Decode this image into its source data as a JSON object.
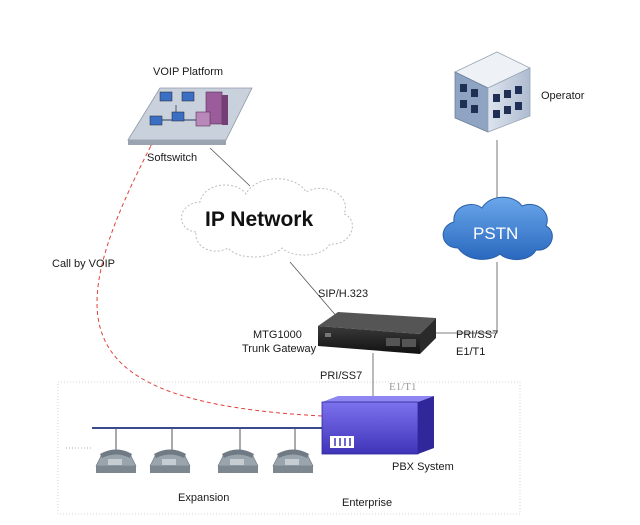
{
  "nodes": {
    "voip_platform": "VOIP Platform",
    "softswitch": "Softswitch",
    "operator": "Operator",
    "ip_network": "IP Network",
    "pstn": "PSTN",
    "gateway_model": "MTG1000",
    "gateway_type": "Trunk Gateway",
    "pbx": "PBX System",
    "expansion": "Expansion",
    "enterprise": "Enterprise"
  },
  "links": {
    "call_by_voip": "Call by VOIP",
    "sip": "SIP/H.323",
    "gw_pstn_signal": "PRI/SS7",
    "gw_pstn_line": "E1/T1",
    "gw_pbx_signal": "PRI/SS7",
    "gw_pbx_line": "E1/T1"
  },
  "colors": {
    "pbx_body": "#5b4fd6",
    "pstn_cloud": "#3d7fd0",
    "voip_path": "#e0413a",
    "bus_line": "#3a4a8c"
  }
}
